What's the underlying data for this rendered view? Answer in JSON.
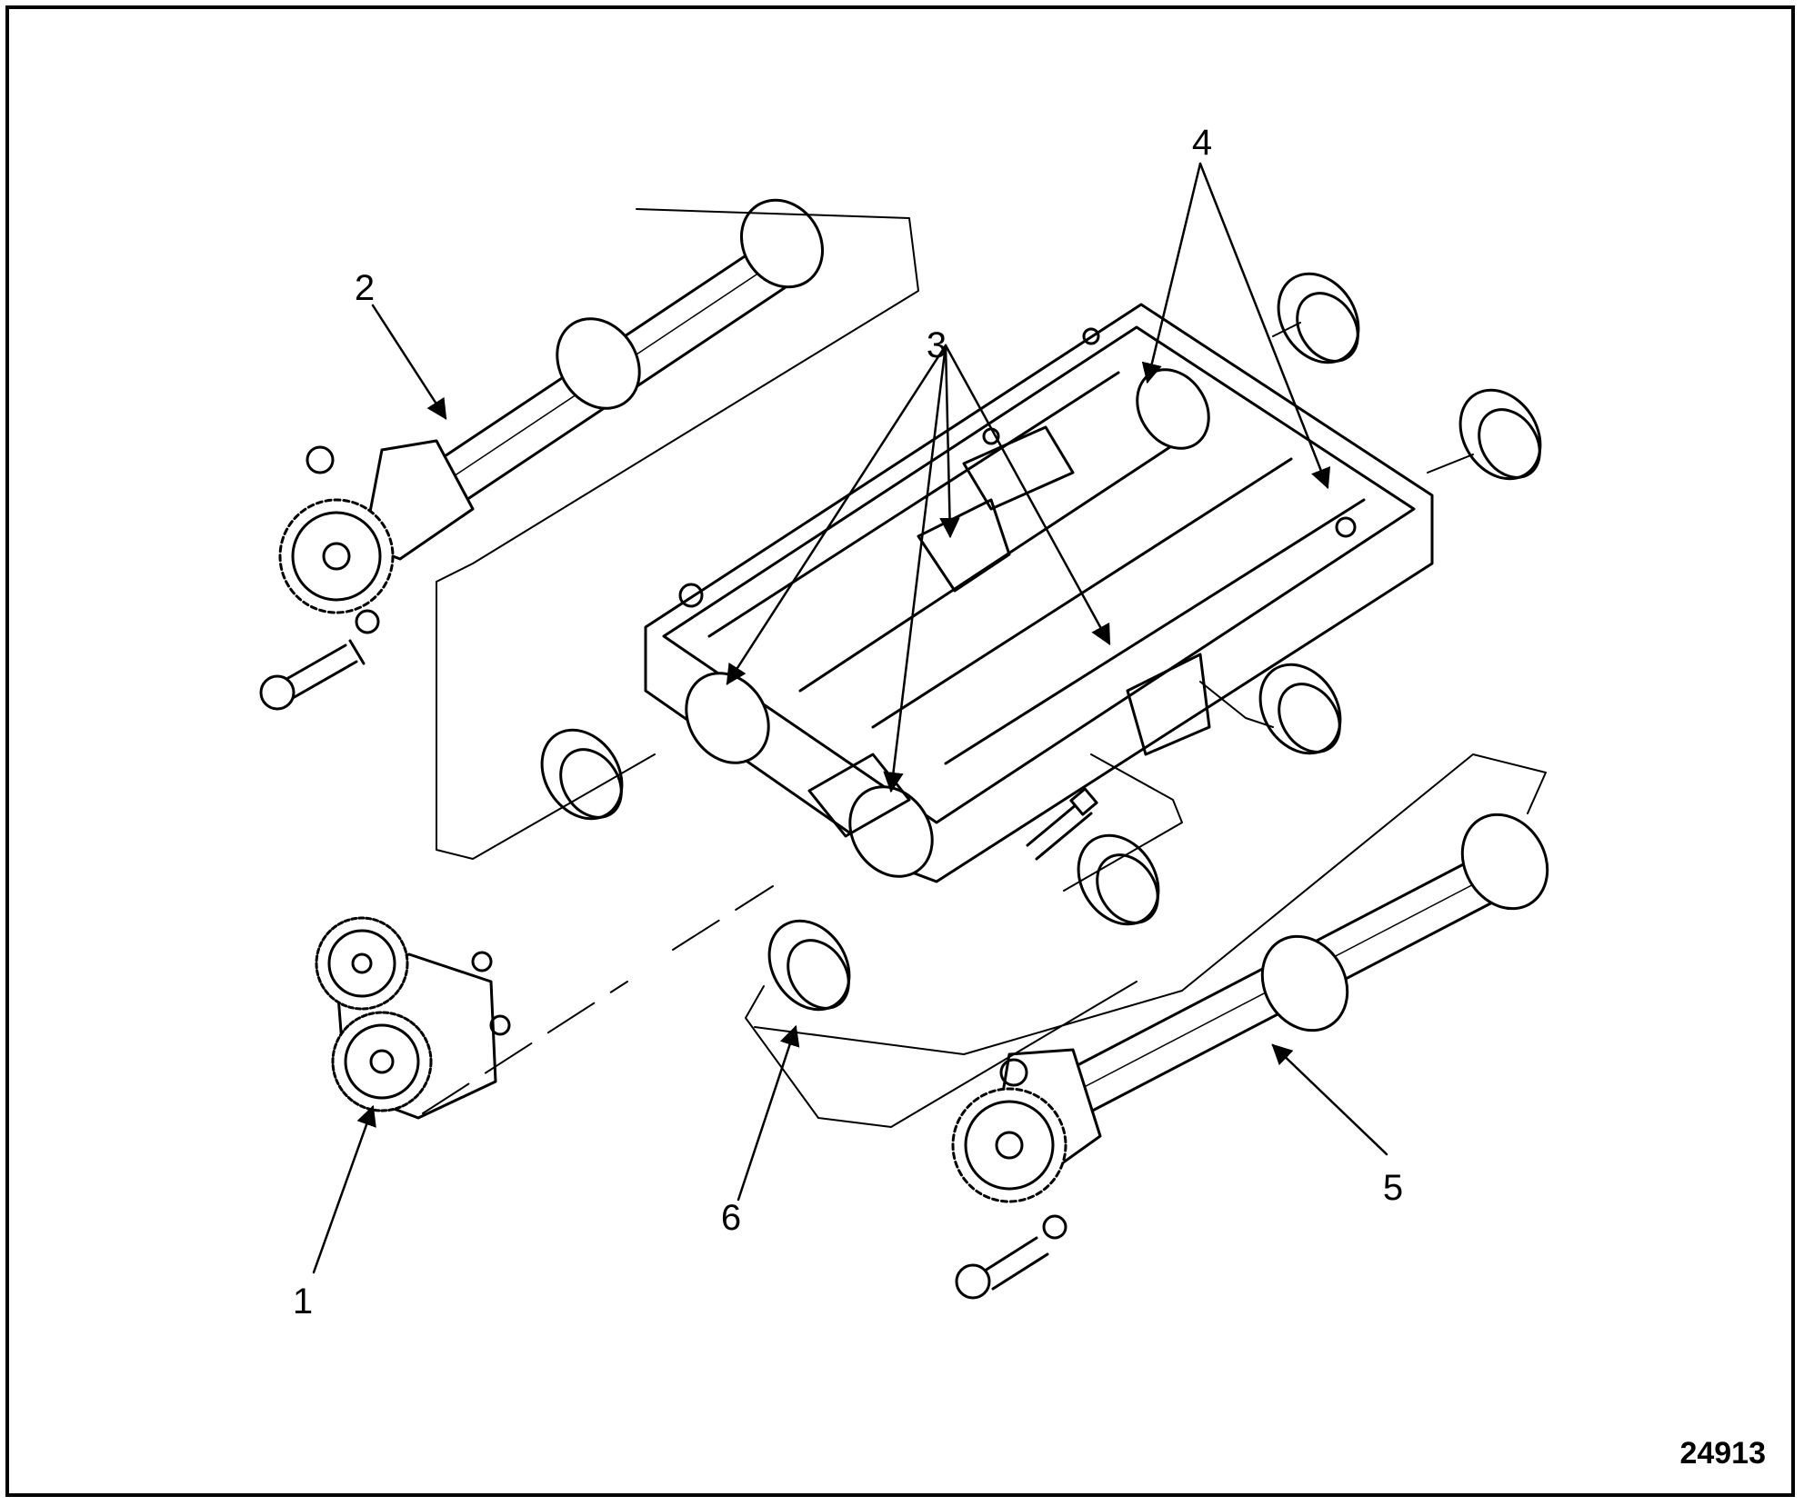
{
  "callouts": {
    "c1": "1",
    "c2": "2",
    "c3": "3",
    "c4": "4",
    "c5": "5",
    "c6": "6"
  },
  "figure_number": "24913"
}
